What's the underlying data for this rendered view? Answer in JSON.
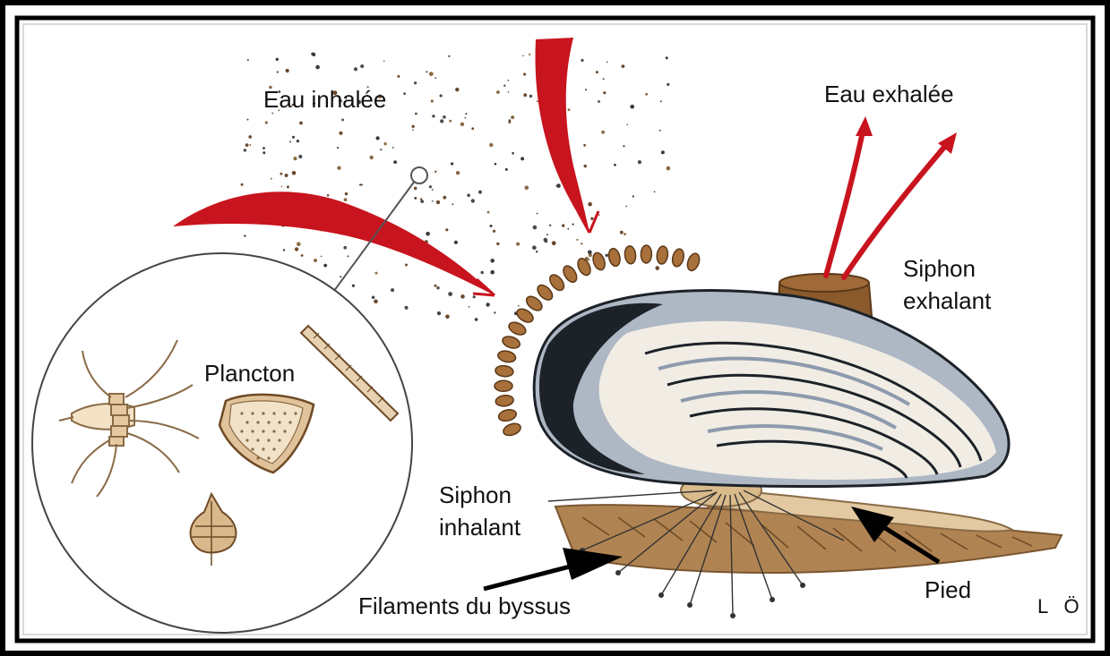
{
  "labels": {
    "eau_inhalee": "Eau inhalée",
    "eau_exhalee": "Eau exhalée",
    "siphon_exhalant_1": "Siphon",
    "siphon_exhalant_2": "exhalant",
    "plancton": "Plancton",
    "siphon_inhalant_1": "Siphon",
    "siphon_inhalant_2": "inhalant",
    "filaments": "Filaments du byssus",
    "pied": "Pied",
    "signature": "L Ö"
  },
  "colors": {
    "frame": "#000000",
    "arrow_red": "#c8141e",
    "shell_dark": "#1c2228",
    "shell_light": "#f1ede4",
    "shell_blue": "#aeb7c4",
    "fringe": "#a8703a",
    "siphon": "#8a5a2c",
    "sediment": "#b08452",
    "foot": "#e2c9a2",
    "plankton": "#c9a27a"
  }
}
